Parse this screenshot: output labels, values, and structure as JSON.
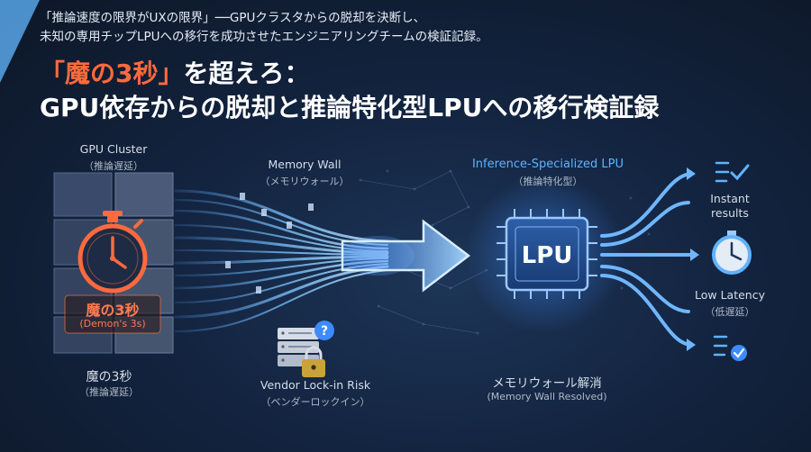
{
  "subtitle": {
    "line1": "「推論速度の限界がUXの限界」──GPUクラスタからの脱却を決断し、",
    "line2": "未知の専用チップLPUへの移行を成功させたエンジニアリングチームの検証記録。"
  },
  "title": {
    "line1_highlight": "「魔の3秒」",
    "line1_rest": "を超えろ：",
    "line2": "GPU依存からの脱却と推論特化型LPUへの移行検証録"
  },
  "gpu": {
    "label": "GPU Cluster",
    "sub": "（推論遅延）",
    "demon_label": "魔の3秒",
    "demon_sub": "(Demon's 3s)",
    "bottom_label": "魔の3秒",
    "bottom_sub": "（推論遅延）"
  },
  "memory_wall": {
    "label": "Memory Wall",
    "sub": "（メモリウォール）"
  },
  "vendor_lock": {
    "label": "Vendor Lock-in Risk",
    "sub": "（ベンダーロックイン）"
  },
  "lpu": {
    "label": "Inference-Specialized LPU",
    "sub": "（推論特化型）",
    "chip_text": "LPU",
    "resolved_label": "メモリウォール解消",
    "resolved_sub": "(Memory Wall Resolved)"
  },
  "outputs": {
    "instant_label": "Instant",
    "instant_label2": "results",
    "low_latency_label": "Low Latency",
    "low_latency_sub": "（低遅延）"
  },
  "icons": [
    "stopwatch-icon",
    "server-question-icon",
    "lock-icon",
    "checklist-icon",
    "clock-icon",
    "arrow-icon",
    "chip-icon"
  ],
  "colors": {
    "accent_red": "#ff6a3d",
    "accent_blue": "#5fb3ff",
    "background": "#0f1a2c"
  }
}
